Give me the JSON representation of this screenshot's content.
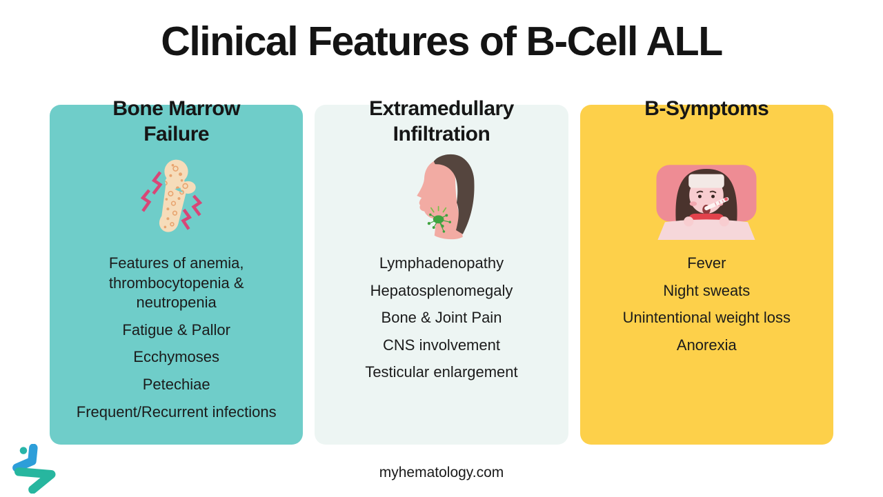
{
  "title": "Clinical Features of B-Cell ALL",
  "footer": {
    "website": "myhematology.com"
  },
  "brand": {
    "logo": "myhematology-logo",
    "logo_blue": "#2d9ed9",
    "logo_teal": "#27b69f"
  },
  "colors": {
    "background": "#ffffff",
    "text": "#1b1b1b",
    "card_teal": "#6fcdc9",
    "card_mint": "#edf5f3",
    "card_yellow": "#fdd04a",
    "bone_fill": "#f6dcba",
    "bone_speckle": "#e8a46f",
    "pain_bolt": "#d84677",
    "skin_pink": "#f2aba3",
    "hair_brown": "#55453e",
    "lymph_node_green": "#3fa33f",
    "pillow_pink": "#ee8c94",
    "face_pink": "#f8cdd0",
    "shirt_red": "#e2424c",
    "blanket_pink": "#f6d7da"
  },
  "columns": [
    {
      "id": "bone-marrow-failure",
      "heading": "Bone Marrow\nFailure",
      "icon": "bone-pain-icon",
      "items": [
        "Features of anemia,\nthrombocytopenia &\nneutropenia",
        "Fatigue & Pallor",
        "Ecchymoses",
        "Petechiae",
        "Frequent/Recurrent infections"
      ]
    },
    {
      "id": "extramedullary-infiltration",
      "heading": "Extramedullary\nInfiltration",
      "icon": "cervical-lymphadenopathy-icon",
      "items": [
        "Lymphadenopathy",
        "Hepatosplenomegaly",
        "Bone & Joint Pain",
        "CNS involvement",
        "Testicular enlargement"
      ]
    },
    {
      "id": "b-symptoms",
      "heading": "B-Symptoms",
      "icon": "sick-child-fever-icon",
      "items": [
        "Fever",
        "Night sweats",
        "Unintentional weight loss",
        "Anorexia"
      ]
    }
  ]
}
